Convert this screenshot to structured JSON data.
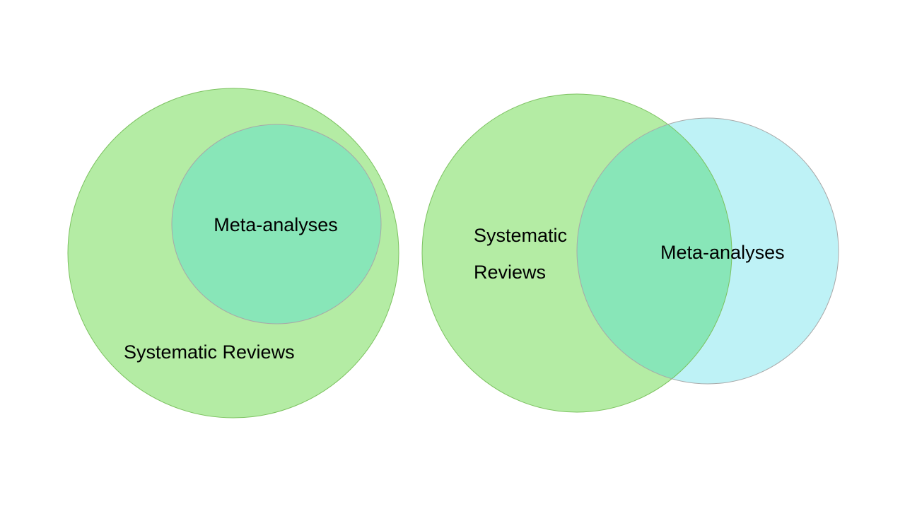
{
  "colors": {
    "systematic_reviews_fill": "#b4eca4",
    "systematic_reviews_stroke": "#7cc260",
    "meta_analyses_fill": "#88e6b8",
    "meta_analyses_right_fill": "#bef2f6",
    "overlap_fill": "#88e6b8",
    "circle_stroke_grey": "#a8a8a8",
    "text": "#000000"
  },
  "diagram_left": {
    "outer_label": "Systematic Reviews",
    "inner_label": "Meta-analyses",
    "relationship": "Meta-analyses subset of Systematic Reviews"
  },
  "diagram_right": {
    "left_label_line1": "Systematic",
    "left_label_line2": "Reviews",
    "right_label": "Meta-analyses",
    "relationship": "Partial overlap between Systematic Reviews and Meta-analyses"
  }
}
